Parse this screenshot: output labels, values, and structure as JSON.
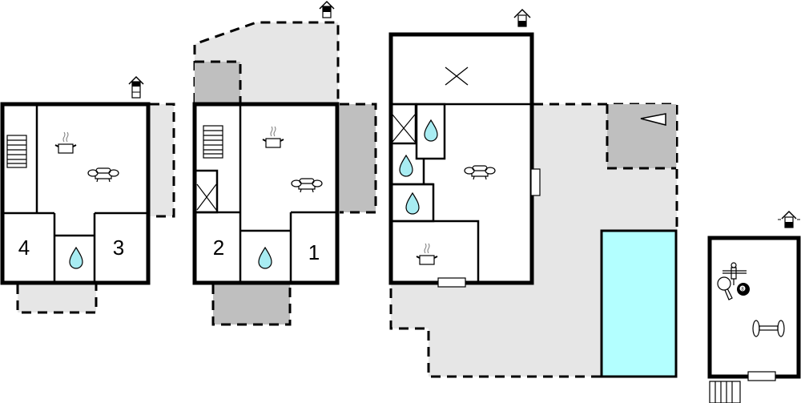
{
  "colors": {
    "terrace_light": "#e6e6e6",
    "terrace_dark": "#bfbfbf",
    "pool": "#b3ffff",
    "water_drop": "#a8ecf2",
    "wall": "#000000"
  },
  "floors": [
    {
      "name": "floor-upper-a",
      "level_icon": "house-level-top",
      "rooms": [
        {
          "label": "4",
          "type": "bedroom"
        },
        {
          "label": "3",
          "type": "bedroom"
        }
      ],
      "icons": [
        "stairs-icon",
        "kitchen-pot-icon",
        "sofa-icon",
        "bathroom-drop-icon"
      ]
    },
    {
      "name": "floor-upper-b",
      "level_icon": "house-level-top",
      "rooms": [
        {
          "label": "2",
          "type": "bedroom"
        },
        {
          "label": "1",
          "type": "bedroom"
        }
      ],
      "icons": [
        "stairs-icon",
        "storage-x-icon",
        "kitchen-pot-icon",
        "sofa-icon",
        "bathroom-drop-icon"
      ]
    },
    {
      "name": "floor-ground",
      "level_icon": "house-level-ground",
      "icons": [
        "storage-x-icon",
        "bathroom-drop-icon",
        "sofa-icon",
        "kitchen-pot-icon",
        "barbecue-icon",
        "pool"
      ]
    },
    {
      "name": "annex-game-room",
      "level_icon": "house-level-ground-annex",
      "icons": [
        "foosball-icon",
        "table-tennis-icon",
        "billiard-ball-icon",
        "dumbbell-icon",
        "stairs-icon"
      ],
      "billiard_number": "8"
    }
  ]
}
